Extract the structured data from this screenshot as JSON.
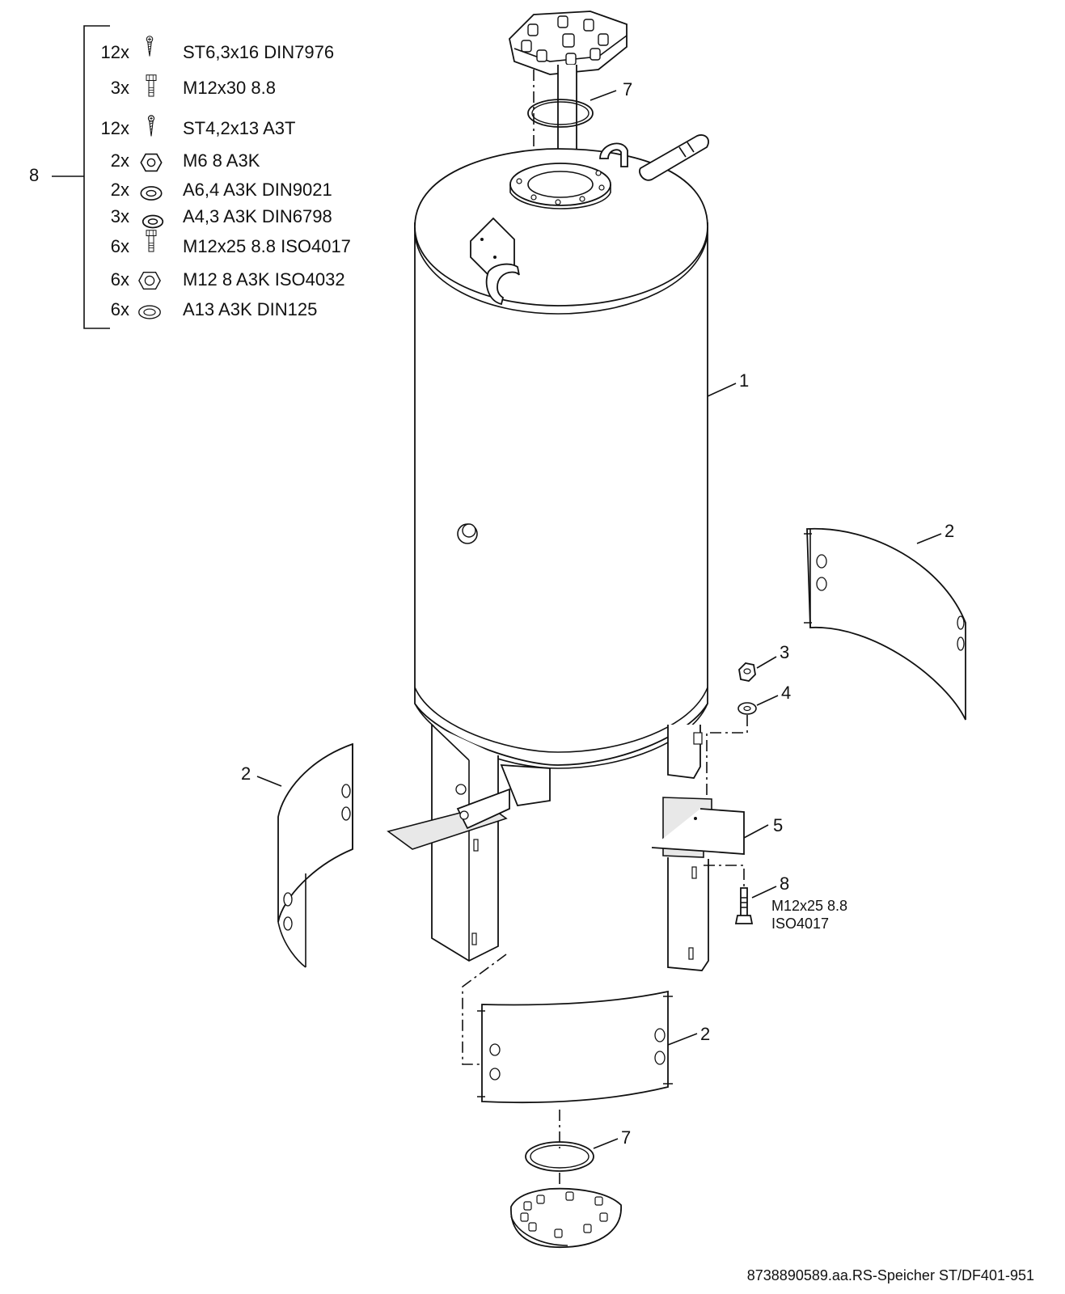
{
  "parts_group": {
    "number": "8",
    "items": [
      {
        "qty": "12x",
        "icon": "wood-screw-icon",
        "spec": "ST6,3x16 DIN7976"
      },
      {
        "qty": "3x",
        "icon": "hex-bolt-icon",
        "spec": "M12x30 8.8"
      },
      {
        "qty": "12x",
        "icon": "wood-screw-icon",
        "spec": "ST4,2x13 A3T"
      },
      {
        "qty": "2x",
        "icon": "hex-nut-icon",
        "spec": "M6 8 A3K"
      },
      {
        "qty": "2x",
        "icon": "washer-icon",
        "spec": "A6,4 A3K DIN9021"
      },
      {
        "qty": "3x",
        "icon": "washer-icon",
        "spec": "A4,3 A3K DIN6798"
      },
      {
        "qty": "6x",
        "icon": "hex-bolt-icon",
        "spec": "M12x25 8.8 ISO4017"
      },
      {
        "qty": "6x",
        "icon": "hex-nut-icon",
        "spec": "M12 8 A3K ISO4032"
      },
      {
        "qty": "6x",
        "icon": "washer-icon",
        "spec": "A13 A3K DIN125"
      }
    ]
  },
  "callouts": {
    "tank": "1",
    "panel_right": "2",
    "panel_left": "2",
    "panel_bottom": "2",
    "nut": "3",
    "washer": "4",
    "foot_bracket": "5",
    "gasket_top": "7",
    "gasket_bottom": "7",
    "bolt": "8",
    "bolt_spec_line1": "M12x25 8.8",
    "bolt_spec_line2": "ISO4017"
  },
  "footer": {
    "reference": "8738890589.aa.RS-Speicher ST/DF401-951"
  }
}
